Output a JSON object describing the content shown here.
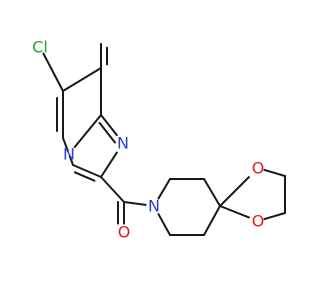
{
  "molecule": {
    "colors": {
      "bond": "#1a1a1a",
      "carbon": "#1a1a1a",
      "nitrogen": "#2a3fd6",
      "oxygen": "#e01f1f",
      "chlorine": "#2f9e2f"
    },
    "labels": {
      "chlorine": "Cl",
      "imidazole_nitrogen": "N",
      "bridgehead_nitrogen": "N",
      "carbonyl_oxygen": "O",
      "piperidine_nitrogen": "N",
      "dioxolane_oxygen_top": "O",
      "dioxolane_oxygen_bottom": "O"
    }
  }
}
